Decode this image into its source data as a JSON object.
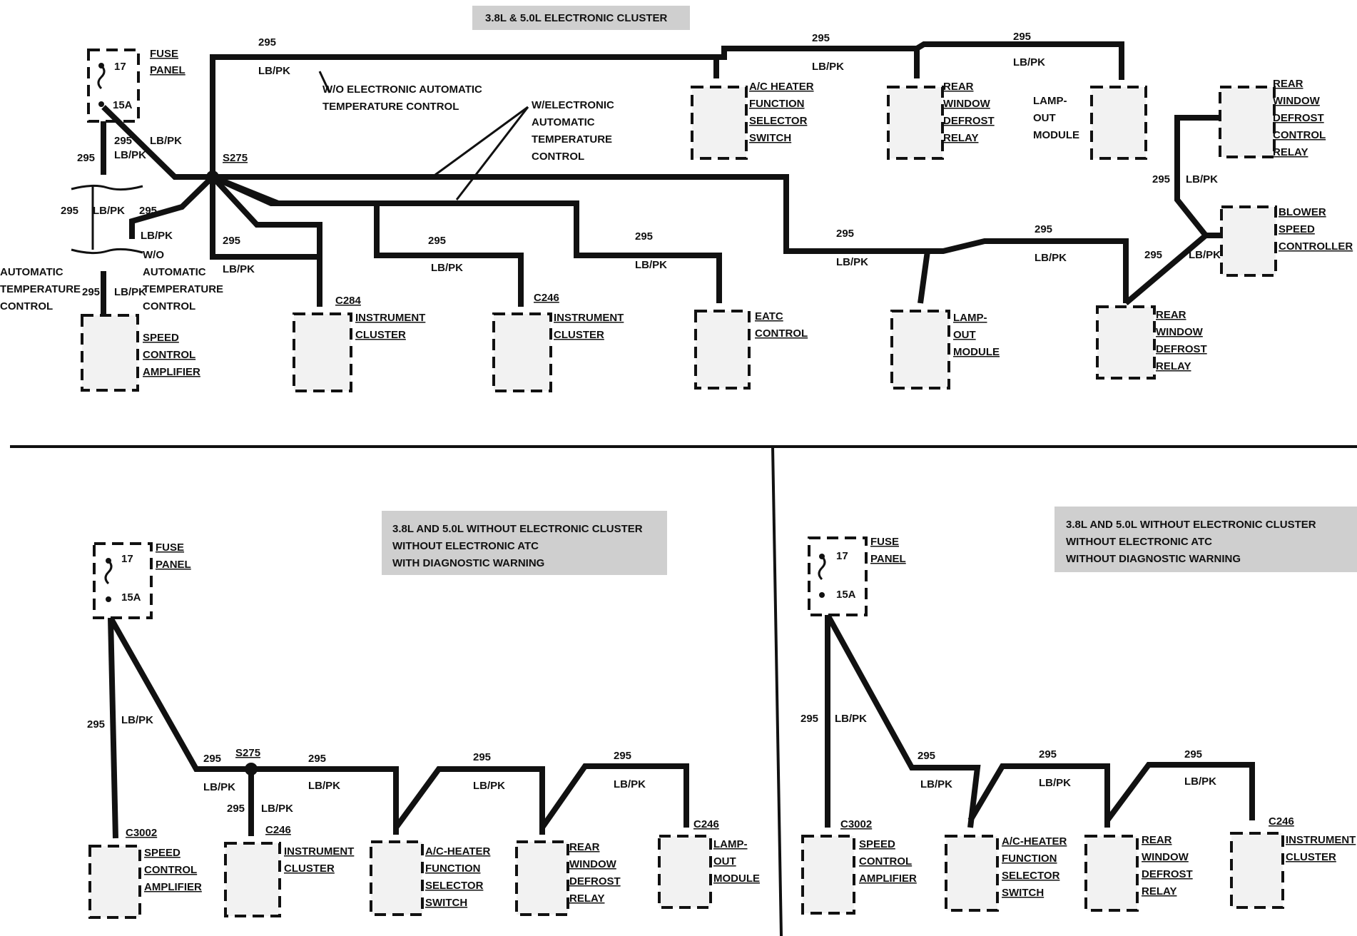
{
  "panels": {
    "top": {
      "title": "3.8L & 5.0L ELECTRONIC CLUSTER",
      "fuse": {
        "number": "17",
        "rating": "15A",
        "label": [
          "FUSE",
          "PANEL"
        ]
      },
      "splice": "S275",
      "notes": {
        "wo_eatc": [
          "W/O ELECTRONIC AUTOMATIC",
          "TEMPERATURE CONTROL"
        ],
        "w_eatc": [
          "W/ELECTRONIC",
          "AUTOMATIC",
          "TEMPERATURE",
          "CONTROL"
        ],
        "left_auto": [
          "AUTOMATIC",
          "TEMPERATURE",
          "CONTROL"
        ],
        "left_wo_auto": [
          "W/O",
          "AUTOMATIC",
          "TEMPERATURE",
          "CONTROL"
        ]
      },
      "connectors": {
        "c284": "C284",
        "c246": "C246"
      },
      "components": {
        "speed_control": [
          "SPEED",
          "CONTROL",
          "AMPLIFIER"
        ],
        "instrument_cluster_1": [
          "INSTRUMENT",
          "CLUSTER"
        ],
        "instrument_cluster_2": [
          "INSTRUMENT",
          "CLUSTER"
        ],
        "eatc_control": [
          "EATC",
          "CONTROL"
        ],
        "lamp_out_module_lower": [
          "LAMP-",
          "OUT",
          "MODULE"
        ],
        "rear_window_defrost_relay_lower": [
          "REAR",
          "WINDOW",
          "DEFROST",
          "RELAY"
        ],
        "blower_speed_controller": [
          "BLOWER",
          "SPEED",
          "CONTROLLER"
        ],
        "rear_window_defrost_control_relay": [
          "REAR",
          "WINDOW",
          "DEFROST",
          "CONTROL",
          "RELAY"
        ],
        "ac_heater_function_selector": [
          "A/C HEATER",
          "FUNCTION",
          "SELECTOR",
          "SWITCH"
        ],
        "rear_window_defrost_relay_upper": [
          "REAR",
          "WINDOW",
          "DEFROST",
          "RELAY"
        ],
        "lamp_out_module_upper": [
          "LAMP-",
          "OUT",
          "MODULE"
        ]
      }
    },
    "bottom_left": {
      "title": [
        "3.8L AND 5.0L WITHOUT ELECTRONIC CLUSTER",
        "WITHOUT ELECTRONIC ATC",
        "WITH DIAGNOSTIC WARNING"
      ],
      "fuse": {
        "number": "17",
        "rating": "15A",
        "label": [
          "FUSE",
          "PANEL"
        ]
      },
      "splice": "S275",
      "connectors": {
        "c3002": "C3002",
        "c246_a": "C246",
        "c246_b": "C246"
      },
      "components": {
        "speed_control": [
          "SPEED",
          "CONTROL",
          "AMPLIFIER"
        ],
        "instrument_cluster": [
          "INSTRUMENT",
          "CLUSTER"
        ],
        "ac_heater": [
          "A/C-HEATER",
          "FUNCTION",
          "SELECTOR",
          "SWITCH"
        ],
        "rear_window_defrost_relay": [
          "REAR",
          "WINDOW",
          "DEFROST",
          "RELAY"
        ],
        "lamp_out_module": [
          "LAMP-",
          "OUT",
          "MODULE"
        ]
      }
    },
    "bottom_right": {
      "title": [
        "3.8L AND 5.0L WITHOUT ELECTRONIC CLUSTER",
        "WITHOUT ELECTRONIC ATC",
        "WITHOUT DIAGNOSTIC WARNING"
      ],
      "fuse": {
        "number": "17",
        "rating": "15A",
        "label": [
          "FUSE",
          "PANEL"
        ]
      },
      "connectors": {
        "c3002": "C3002",
        "c246": "C246"
      },
      "components": {
        "speed_control": [
          "SPEED",
          "CONTROL",
          "AMPLIFIER"
        ],
        "ac_heater": [
          "A/C-HEATER",
          "FUNCTION",
          "SELECTOR",
          "SWITCH"
        ],
        "rear_window_defrost_relay": [
          "REAR",
          "WINDOW",
          "DEFROST",
          "RELAY"
        ],
        "instrument_cluster": [
          "INSTRUMENT",
          "CLUSTER"
        ]
      }
    }
  },
  "wire": {
    "circuit": "295",
    "color": "LB/PK"
  }
}
